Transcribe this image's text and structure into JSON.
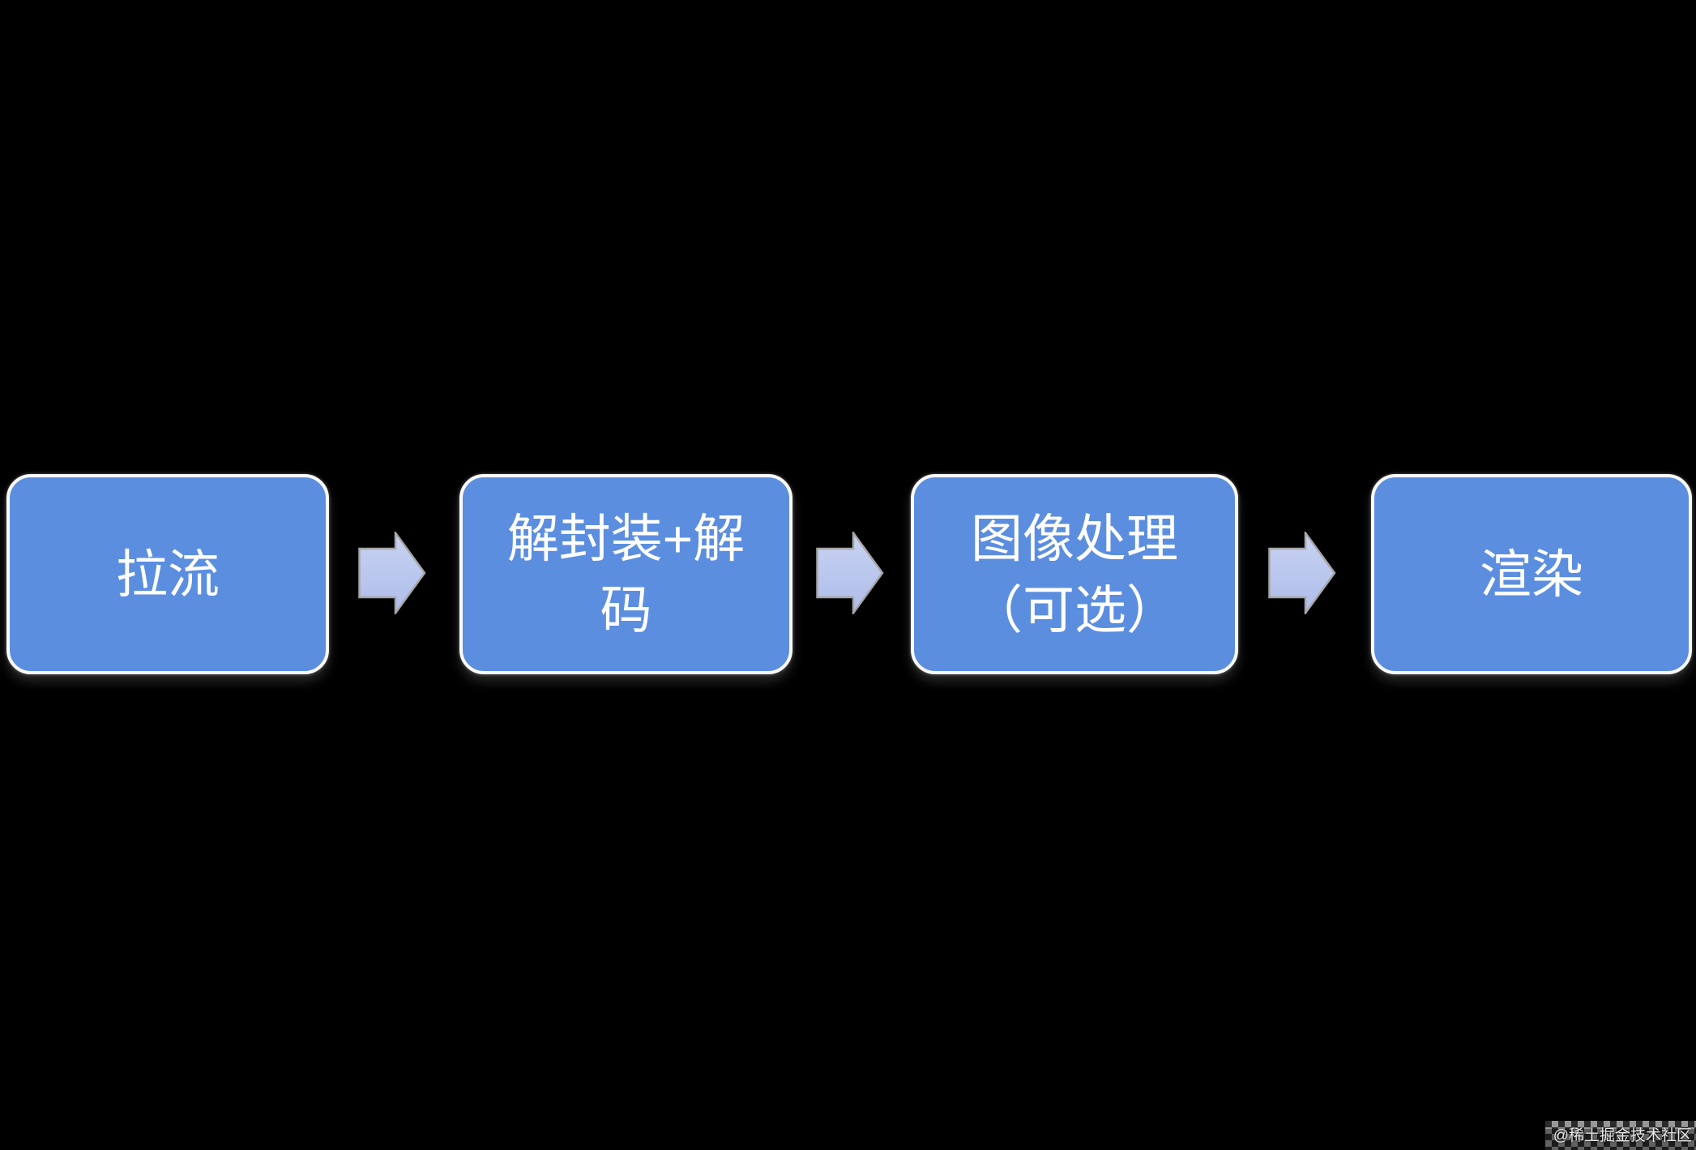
{
  "page": {
    "background_color": "#000000"
  },
  "flowchart": {
    "type": "process-flow",
    "direction": "left-to-right",
    "steps": [
      {
        "label": "拉流",
        "lines": [
          "拉流"
        ]
      },
      {
        "label": "解封装+解码",
        "lines": [
          "解封装+解",
          "码"
        ]
      },
      {
        "label": "图像处理（可选）",
        "lines": [
          "图像处理",
          "（可选）"
        ]
      },
      {
        "label": "渲染",
        "lines": [
          "渲染"
        ]
      }
    ],
    "connectors": [
      {
        "from": "拉流",
        "to": "解封装+解码",
        "shape": "block-arrow-right"
      },
      {
        "from": "解封装+解码",
        "to": "图像处理（可选）",
        "shape": "block-arrow-right"
      },
      {
        "from": "图像处理（可选）",
        "to": "渲染",
        "shape": "block-arrow-right"
      }
    ],
    "colors": {
      "box_fill": "#5c8ee0",
      "box_border": "#fafafa",
      "box_text": "#ffffff",
      "arrow_fill_top": "#c8d2f2",
      "arrow_fill_bottom": "#aebdea",
      "arrow_outline": "#a6a6a6"
    }
  },
  "watermark": {
    "text": "@稀土掘金技术社区"
  }
}
